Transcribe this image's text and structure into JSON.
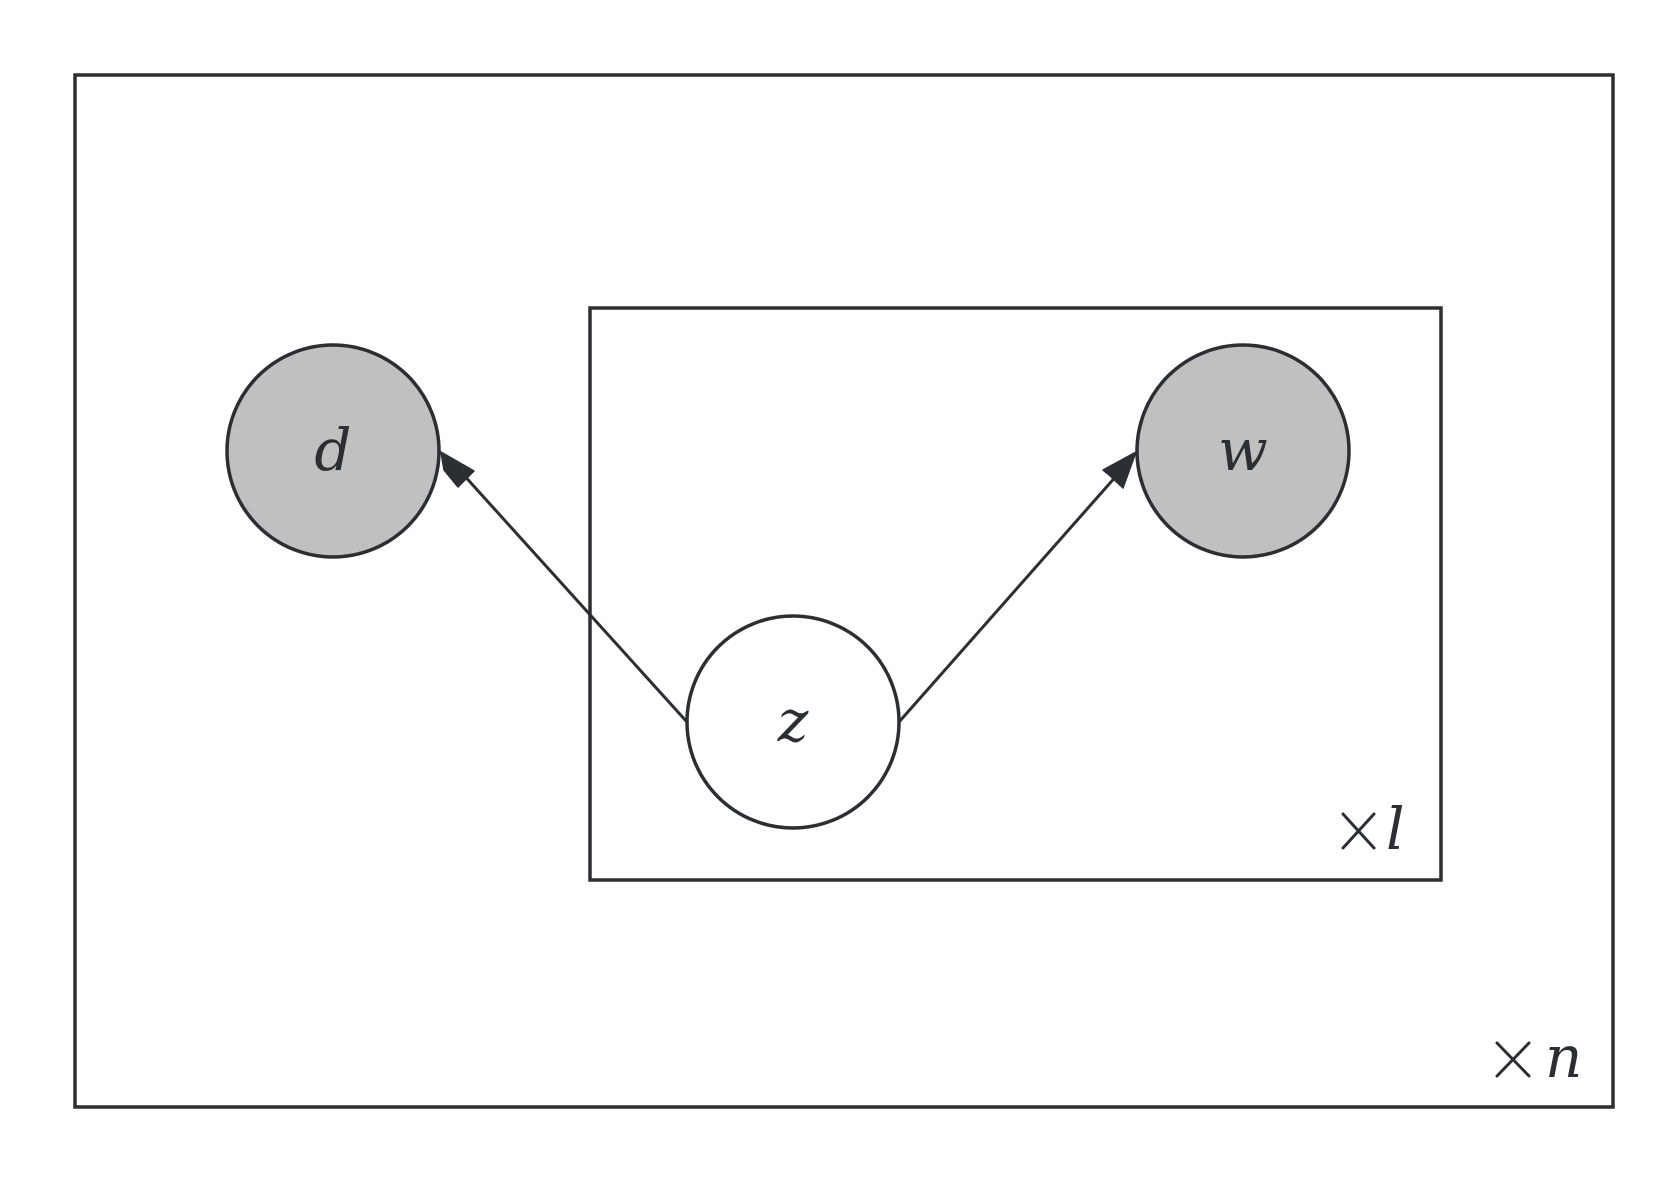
{
  "diagram": {
    "nodes": {
      "d": {
        "label": "d",
        "observed": true
      },
      "z": {
        "label": "z",
        "observed": false
      },
      "w": {
        "label": "w",
        "observed": true
      }
    },
    "edges": [
      {
        "from": "z",
        "to": "d"
      },
      {
        "from": "z",
        "to": "w"
      }
    ],
    "plates": {
      "outer": {
        "multiplicity": "n"
      },
      "inner": {
        "multiplicity": "l"
      }
    },
    "colors": {
      "stroke": "#2b2e33",
      "observed_fill": "#c0c0c0",
      "latent_fill": "#ffffff"
    }
  }
}
